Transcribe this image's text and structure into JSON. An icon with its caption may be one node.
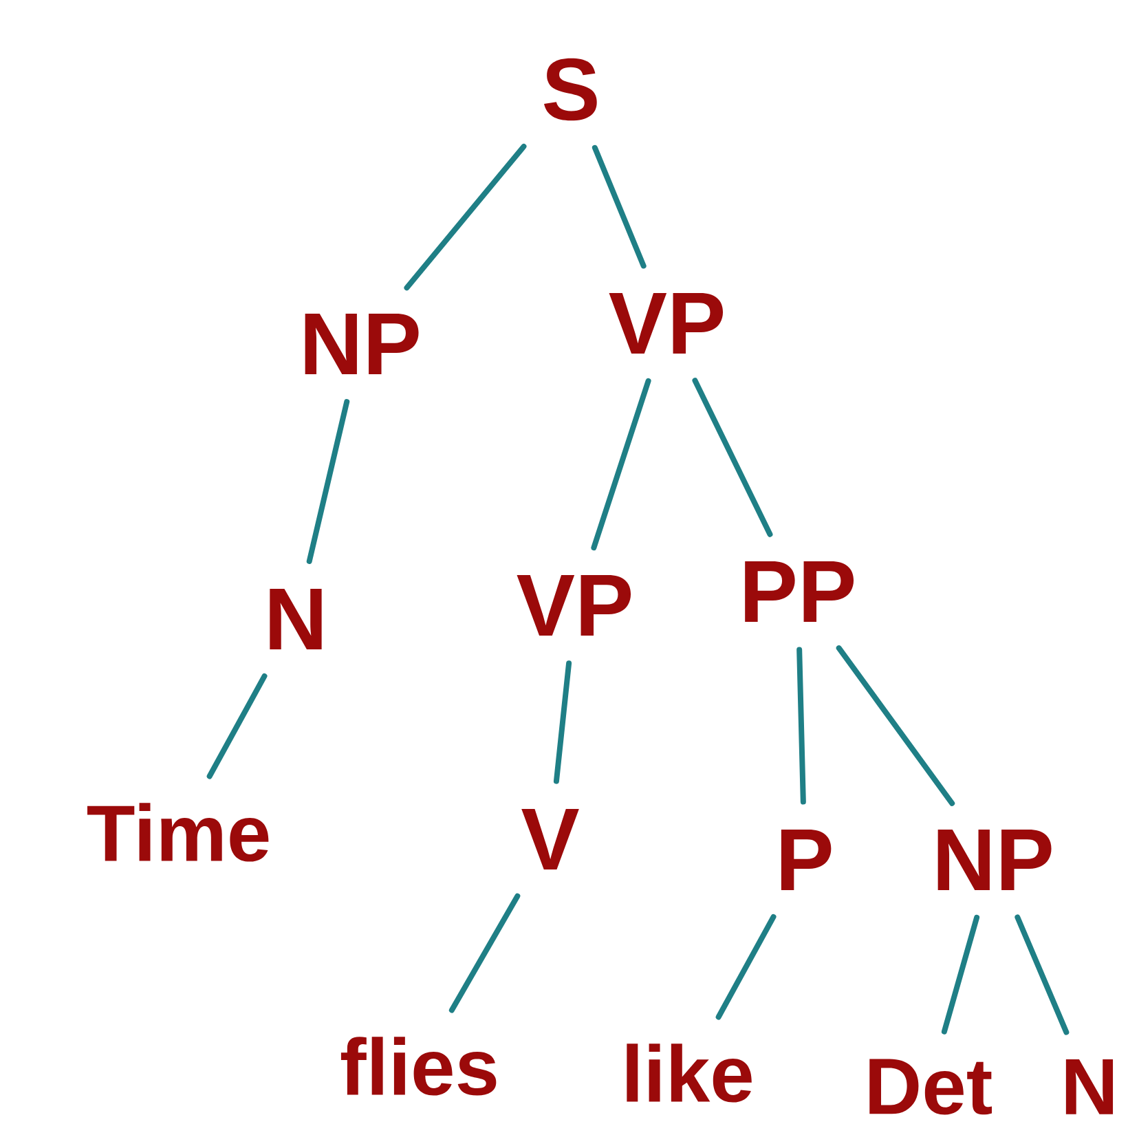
{
  "diagram": {
    "nodes": [
      {
        "text": [
          "S"
        ]
      },
      {
        "text": [
          "NP"
        ]
      },
      {
        "text": [
          "VP"
        ]
      },
      {
        "text": [
          "N"
        ]
      },
      {
        "text": [
          "VP"
        ]
      },
      {
        "text": [
          "PP"
        ]
      },
      {
        "text": [
          "Time"
        ]
      },
      {
        "text": [
          "V"
        ]
      },
      {
        "text": [
          "P"
        ]
      },
      {
        "text": [
          "NP"
        ]
      },
      {
        "text": [
          "flies"
        ]
      },
      {
        "text": [
          "like"
        ]
      },
      {
        "text": [
          "Det"
        ]
      },
      {
        "text": [
          "N"
        ]
      }
    ],
    "edges": [
      {
        "from": 0,
        "to": 1,
        "arrow": "none"
      },
      {
        "from": 0,
        "to": 2,
        "arrow": "none"
      },
      {
        "from": 1,
        "to": 3,
        "arrow": "none"
      },
      {
        "from": 2,
        "to": 4,
        "arrow": "none"
      },
      {
        "from": 2,
        "to": 5,
        "arrow": "none"
      },
      {
        "from": 3,
        "to": 6,
        "arrow": "none"
      },
      {
        "from": 4,
        "to": 7,
        "arrow": "none"
      },
      {
        "from": 5,
        "to": 8,
        "arrow": "none"
      },
      {
        "from": 5,
        "to": 9,
        "arrow": "none"
      },
      {
        "from": 7,
        "to": 10,
        "arrow": "none"
      },
      {
        "from": 8,
        "to": 11,
        "arrow": "none"
      },
      {
        "from": 9,
        "to": 12,
        "arrow": "none"
      },
      {
        "from": 9,
        "to": 13,
        "arrow": "none"
      }
    ]
  }
}
